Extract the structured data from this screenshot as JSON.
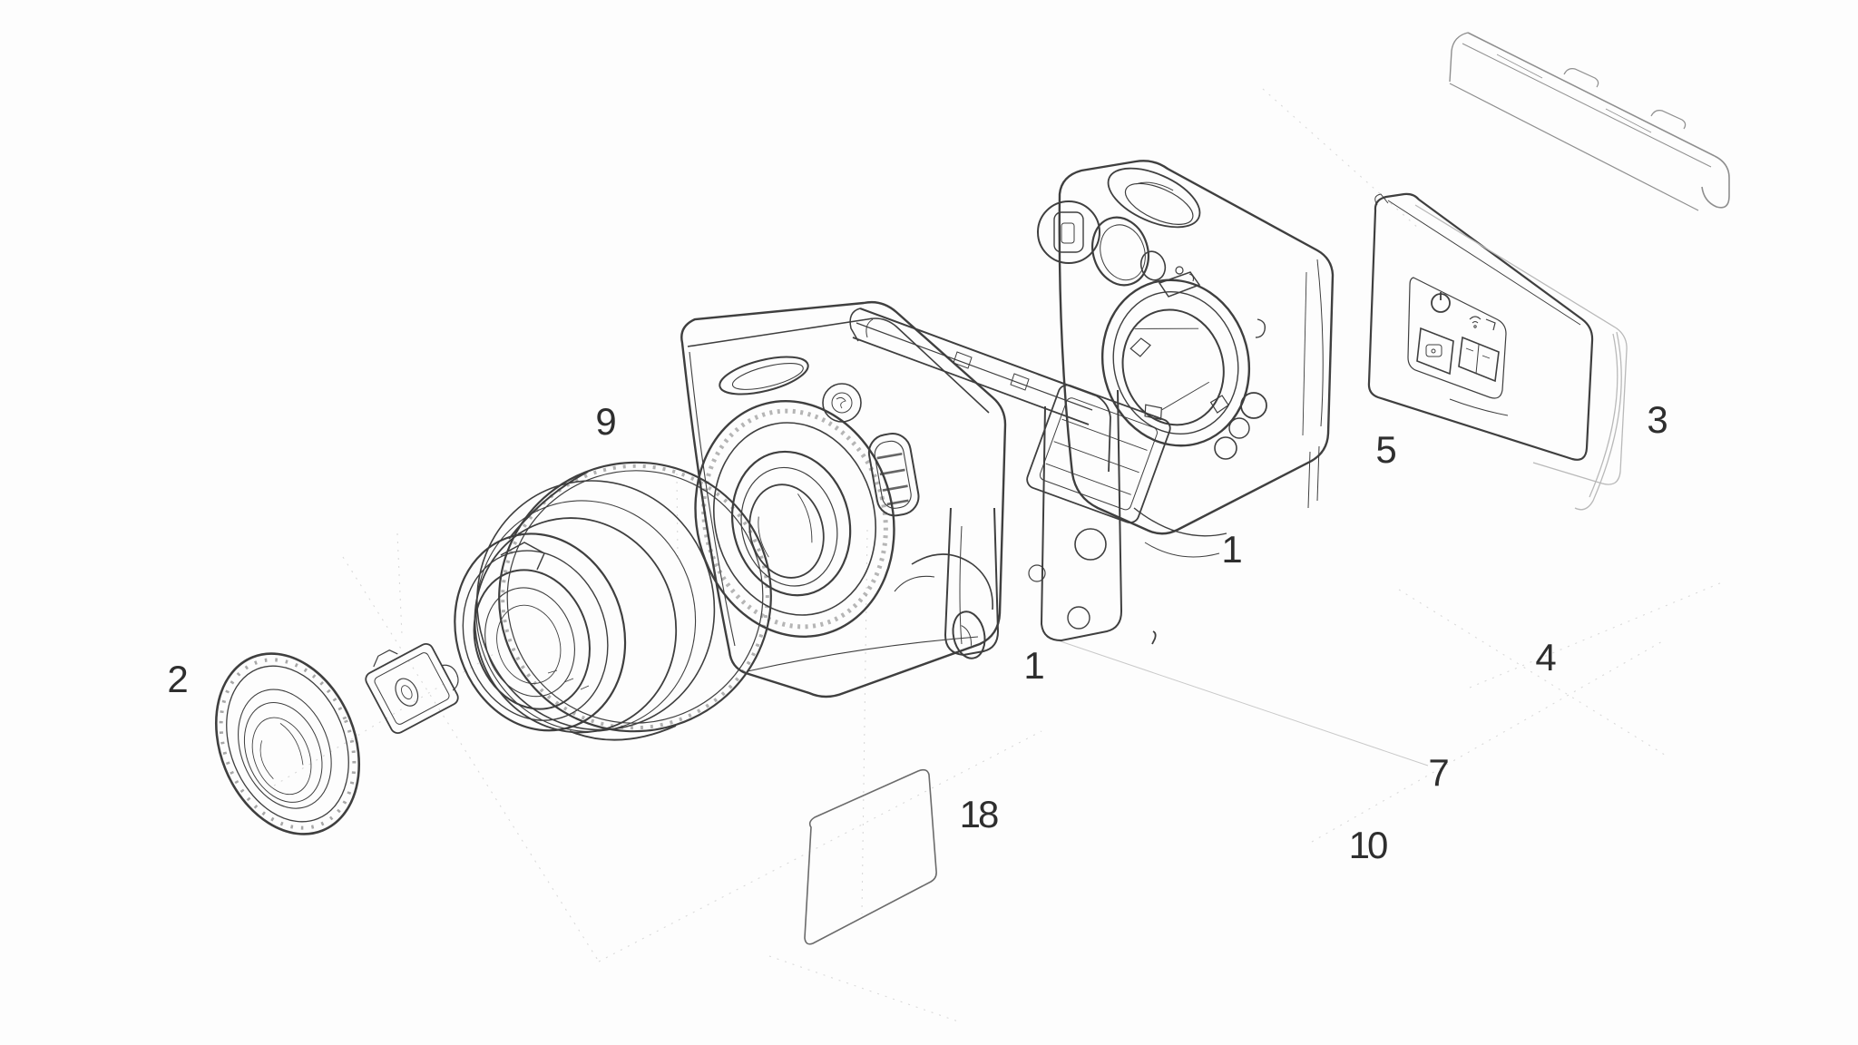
{
  "diagram": {
    "type": "exploded-parts-diagram",
    "subject": "instant-camera",
    "background": "#fdfdfd",
    "ink": "#3f3f3f",
    "ink_soft": "#8f8f8f",
    "faint": "#b9b9b9",
    "guide": "#d9d9d9",
    "label_color": "#2e2e2e",
    "icons": [
      "power-icon",
      "flash-window-icon",
      "viewfinder-icon"
    ]
  },
  "labels": [
    {
      "text": "2"
    },
    {
      "text": "9"
    },
    {
      "text": "1"
    },
    {
      "text": "1"
    },
    {
      "text": "5"
    },
    {
      "text": "3"
    },
    {
      "text": "4"
    },
    {
      "text": "7"
    },
    {
      "text": "10"
    },
    {
      "text": "18"
    }
  ]
}
